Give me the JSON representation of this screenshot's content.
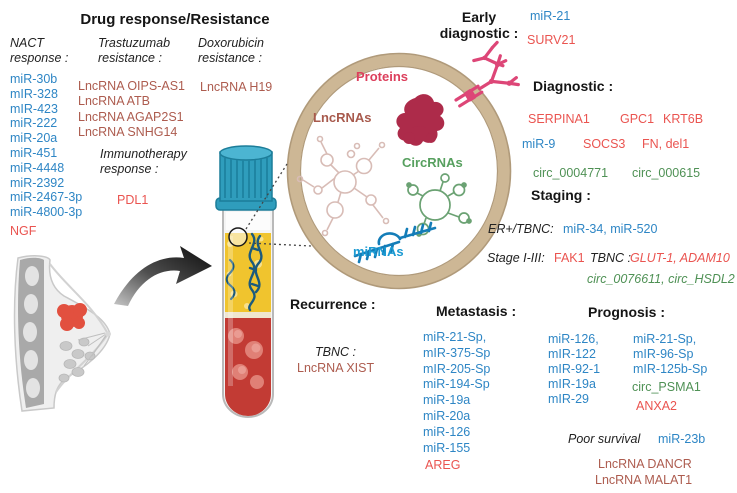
{
  "colors": {
    "mir_blue": "#2e86c5",
    "protein_red": "#ea5450",
    "lncrna_brick": "#ad5c4f",
    "circrna_green": "#4f9155",
    "vesicle_ring_tan": "#cdb795",
    "tube_cap_teal": "#2f9dbc",
    "plasma_yellow": "#f0c42e",
    "blood_red": "#c23b34",
    "antibody_pink": "#dd4677"
  },
  "drug_response": {
    "title": "Drug response/Resistance",
    "nact": {
      "label_line1": "NACT",
      "label_line2": "response :",
      "items": [
        "miR-30b",
        "mIR-328",
        "mIR-423",
        "miR-222",
        "miR-20a",
        "miR-451",
        "miR-4448",
        "miR-2392",
        "miR-2467-3p",
        "miR-4800-3p"
      ],
      "extra": "NGF"
    },
    "trastuzumab": {
      "label_line1": "Trastuzumab",
      "label_line2": "resistance :",
      "items": [
        "LncRNA OIPS-AS1",
        "LncRNA ATB",
        "LncRNA AGAP2S1",
        "LncRNA SNHG14"
      ]
    },
    "immunotherapy": {
      "label_line1": "Immunotherapy",
      "label_line2": "response :",
      "item": "PDL1"
    },
    "doxorubicin": {
      "label_line1": "Doxorubicin",
      "label_line2": "resistance :",
      "item": "LncRNA H19"
    }
  },
  "early_diagnostic": {
    "label_line1": "Early",
    "label_line2": "diagnostic :",
    "mir": "miR-21",
    "protein": "SURV21"
  },
  "diagnostic": {
    "label": "Diagnostic :",
    "row1": [
      "SERPINA1",
      "GPC1",
      "KRT6B"
    ],
    "row2_blue": "miR-9",
    "row2_red": [
      "SOCS3",
      "FN, del1"
    ],
    "row3_green": [
      "circ_0004771",
      "circ_000615"
    ]
  },
  "staging": {
    "label": "Staging :",
    "row1_label": "ER+/TBNC:",
    "row1_value": "miR-34, miR-520",
    "row2_label": "Stage I-III:",
    "row2_value": "FAK1",
    "row2b_label": "TBNC :",
    "row2b_value": "GLUT-1, ADAM10",
    "row3_value": "circ_0076611, circ_HSDL2"
  },
  "recurrence": {
    "label": "Recurrence :",
    "sub_label": "TBNC :",
    "item": "LncRNA XIST"
  },
  "metastasis": {
    "label": "Metastasis :",
    "items": [
      "miR-21-Sp,",
      "mIR-375-Sp",
      "mIR-205-Sp",
      "miR-194-Sp",
      "miR-19a",
      "miR-20a",
      "miR-126",
      "miR-155"
    ],
    "extra": "AREG"
  },
  "prognosis": {
    "label": "Prognosis :",
    "col1": [
      "miR-126,",
      "mIR-122",
      "mIR-92-1",
      "mIR-19a",
      "mIR-29"
    ],
    "col2": [
      "miR-21-Sp,",
      "mIR-96-Sp",
      "mIR-125b-Sp"
    ],
    "circ": "circ_PSMA1",
    "protein": "ANXA2",
    "poor_survival_label": "Poor survival",
    "poor_survival_value": "miR-23b",
    "lnc_items": [
      "LncRNA DANCR",
      "LncRNA MALAT1"
    ]
  },
  "vesicle": {
    "proteins_label": "Proteins",
    "lncrnas_label": "LncRNAs",
    "circrnas_label": "CircRNAs",
    "mirnas_label": "miRNAs"
  }
}
